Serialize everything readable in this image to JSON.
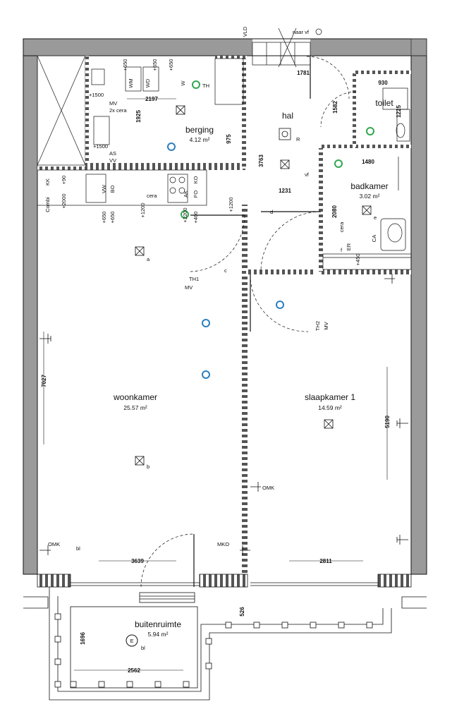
{
  "rooms": {
    "woonkamer": {
      "name": "woonkamer",
      "area": "25.57 m²"
    },
    "slaapkamer": {
      "name": "slaapkamer 1",
      "area": "14.59 m²"
    },
    "berging": {
      "name": "berging",
      "area": "4.12 m²"
    },
    "hal": {
      "name": "hal"
    },
    "badkamer": {
      "name": "badkamer",
      "area": "3.02 m²"
    },
    "toilet": {
      "name": "toilet"
    },
    "buitenruimte": {
      "name": "buitenruimte",
      "area": "5.94 m²"
    }
  },
  "dimensions": {
    "d2197": "2197",
    "d1925": "1925",
    "d975": "975",
    "d3763": "3763",
    "d1781": "1781",
    "d1582": "1582",
    "d930": "930",
    "d1225": "1225",
    "d1480": "1480",
    "d1231": "1231",
    "d2080": "2080",
    "d7027": "7027",
    "d5190": "5190",
    "d3639": "3639",
    "d2811": "2811",
    "d526": "526",
    "d1696": "1696",
    "d2562": "2562"
  },
  "labels": {
    "vld": "VLD",
    "naar_vf": "naar vf",
    "wm": "WM",
    "wd": "WD",
    "w": "W",
    "th": "TH",
    "plus650a": "+650",
    "plus650b": "+650",
    "plus650c": "+650",
    "plus1500a": "+1500",
    "plus1500b": "+1500",
    "mv": "MV",
    "cera2x": "2x cera",
    "as": "AS",
    "vv": "VV",
    "r": "R",
    "vf": "vf",
    "kk": "KK",
    "combi": "Combi",
    "plus90": "+90",
    "plus2000": "+2000",
    "vw": "VW",
    "bo": "BO",
    "cera": "cera",
    "plus1200a": "+1200",
    "plus1200b": "+1200",
    "ak": "AK",
    "fo": "FO",
    "ko": "KO",
    "plus2200": "+2200",
    "plus400": "+400",
    "a": "a",
    "b": "b",
    "c": "c",
    "d": "d",
    "e": "e",
    "f": "f",
    "th1": "TH1",
    "mv2": "MV",
    "th2": "TH2",
    "mv3": "MV",
    "er": "ER",
    "cera_bad": "cera",
    "plus450": "+450",
    "ca": "CA",
    "omk1": "OMK",
    "omk2": "OMK",
    "mko": "MKO",
    "bl1": "bl",
    "bl2": "bl",
    "e_label": "E"
  },
  "colors": {
    "wall": "#9a9a9a",
    "hatch": "#555555",
    "green": "#2fa84f",
    "blue": "#2a7fc0"
  }
}
